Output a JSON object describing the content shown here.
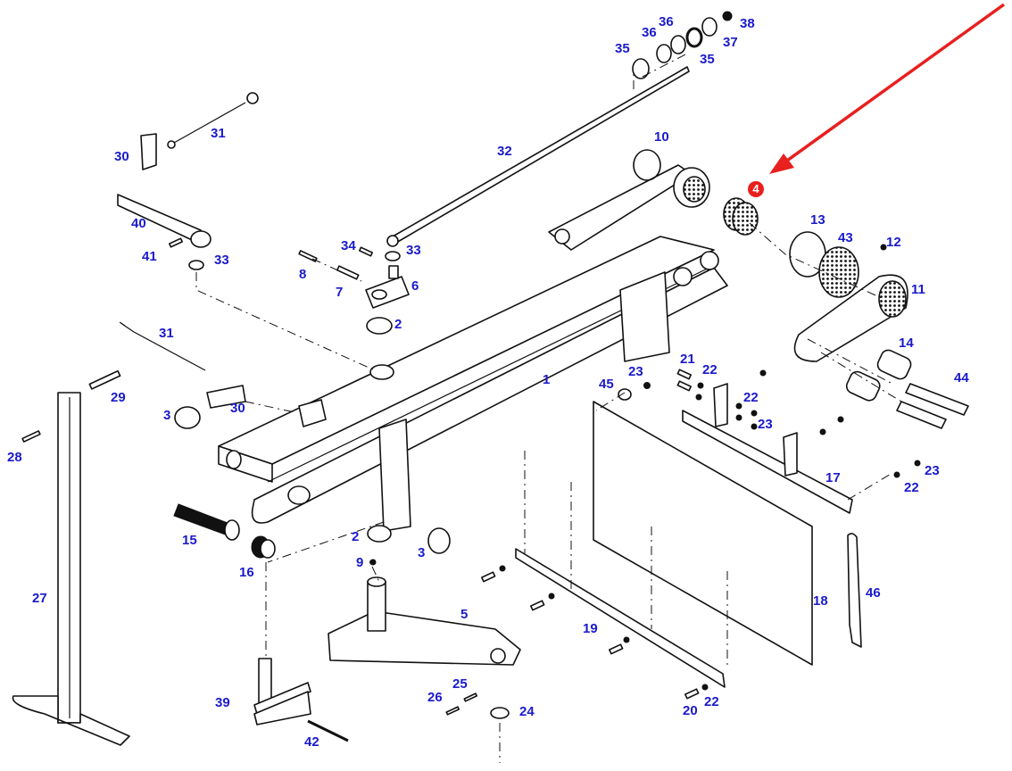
{
  "diagram": {
    "type": "exploded-parts-diagram",
    "label_color": "#1a1acc",
    "highlight_color": "#e8201e",
    "highlight": {
      "part": "4",
      "badge_text": "4",
      "indicator": "red-arrow"
    },
    "callouts": [
      {
        "id": "c1",
        "text": "1"
      },
      {
        "id": "c2a",
        "text": "2"
      },
      {
        "id": "c2b",
        "text": "2"
      },
      {
        "id": "c3a",
        "text": "3"
      },
      {
        "id": "c3b",
        "text": "3"
      },
      {
        "id": "c5",
        "text": "5"
      },
      {
        "id": "c6",
        "text": "6"
      },
      {
        "id": "c7",
        "text": "7"
      },
      {
        "id": "c8",
        "text": "8"
      },
      {
        "id": "c9",
        "text": "9"
      },
      {
        "id": "c10",
        "text": "10"
      },
      {
        "id": "c11",
        "text": "11"
      },
      {
        "id": "c12",
        "text": "12"
      },
      {
        "id": "c13",
        "text": "13"
      },
      {
        "id": "c14",
        "text": "14"
      },
      {
        "id": "c15",
        "text": "15"
      },
      {
        "id": "c16",
        "text": "16"
      },
      {
        "id": "c17",
        "text": "17"
      },
      {
        "id": "c18",
        "text": "18"
      },
      {
        "id": "c19",
        "text": "19"
      },
      {
        "id": "c20",
        "text": "20"
      },
      {
        "id": "c21",
        "text": "21"
      },
      {
        "id": "c22a",
        "text": "22"
      },
      {
        "id": "c22b",
        "text": "22"
      },
      {
        "id": "c22c",
        "text": "22"
      },
      {
        "id": "c22d",
        "text": "22"
      },
      {
        "id": "c23a",
        "text": "23"
      },
      {
        "id": "c23b",
        "text": "23"
      },
      {
        "id": "c23c",
        "text": "23"
      },
      {
        "id": "c24",
        "text": "24"
      },
      {
        "id": "c25",
        "text": "25"
      },
      {
        "id": "c26",
        "text": "26"
      },
      {
        "id": "c27",
        "text": "27"
      },
      {
        "id": "c28",
        "text": "28"
      },
      {
        "id": "c29",
        "text": "29"
      },
      {
        "id": "c30a",
        "text": "30"
      },
      {
        "id": "c30b",
        "text": "30"
      },
      {
        "id": "c31a",
        "text": "31"
      },
      {
        "id": "c31b",
        "text": "31"
      },
      {
        "id": "c32",
        "text": "32"
      },
      {
        "id": "c33a",
        "text": "33"
      },
      {
        "id": "c33b",
        "text": "33"
      },
      {
        "id": "c34",
        "text": "34"
      },
      {
        "id": "c35a",
        "text": "35"
      },
      {
        "id": "c35b",
        "text": "35"
      },
      {
        "id": "c36a",
        "text": "36"
      },
      {
        "id": "c36b",
        "text": "36"
      },
      {
        "id": "c37",
        "text": "37"
      },
      {
        "id": "c38",
        "text": "38"
      },
      {
        "id": "c39",
        "text": "39"
      },
      {
        "id": "c40",
        "text": "40"
      },
      {
        "id": "c41",
        "text": "41"
      },
      {
        "id": "c42",
        "text": "42"
      },
      {
        "id": "c43",
        "text": "43"
      },
      {
        "id": "c44",
        "text": "44"
      },
      {
        "id": "c45",
        "text": "45"
      },
      {
        "id": "c46",
        "text": "46"
      }
    ]
  }
}
